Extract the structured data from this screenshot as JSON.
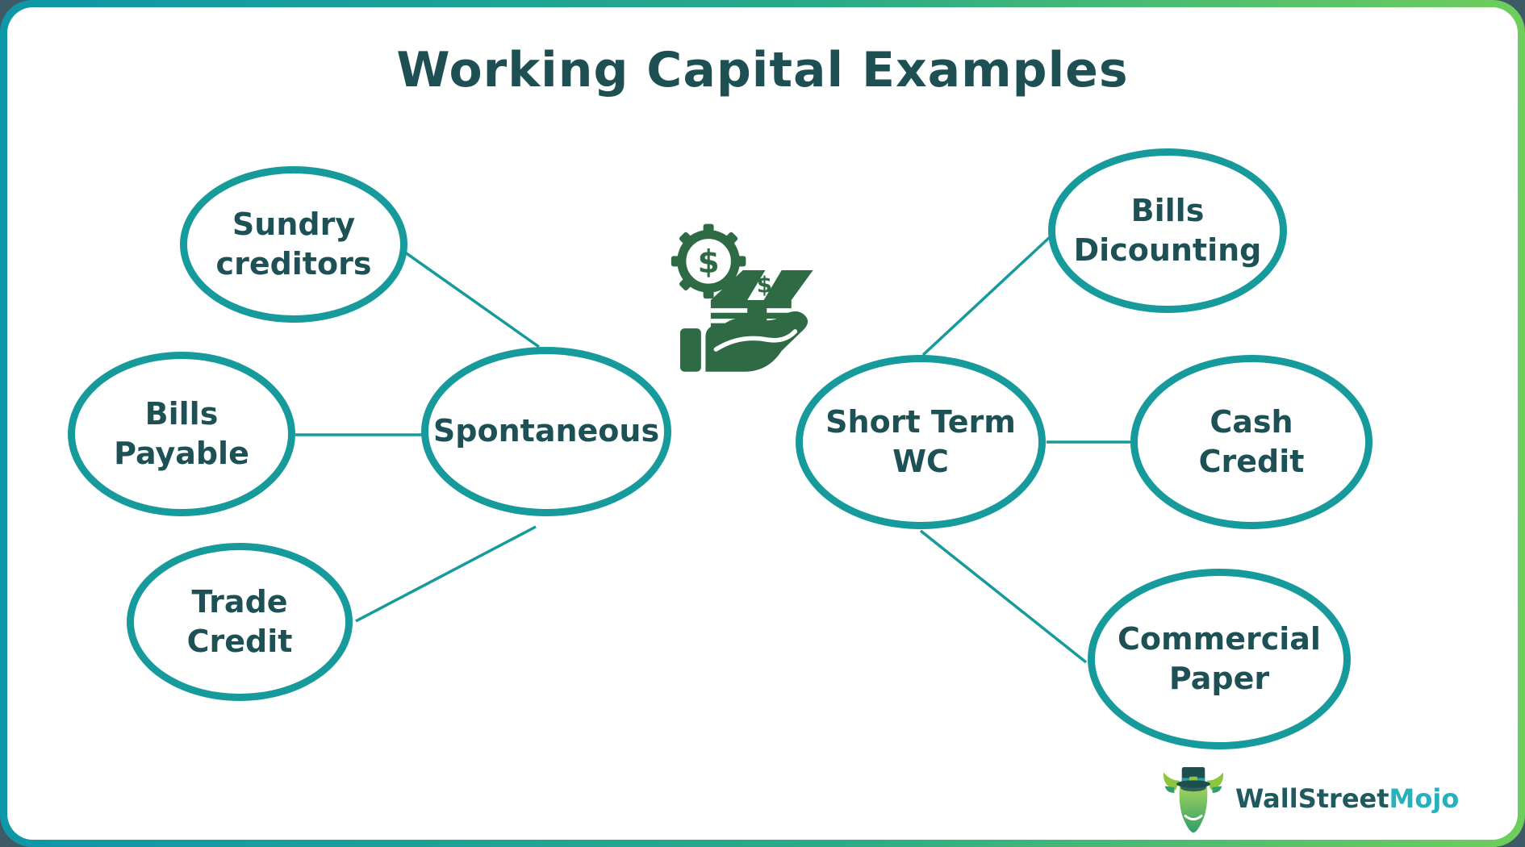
{
  "title": "Working Capital Examples",
  "nodes": {
    "sundry_creditors": {
      "label": "Sundry\ncreditors"
    },
    "bills_payable": {
      "label": "Bills\nPayable"
    },
    "trade_credit": {
      "label": "Trade\nCredit"
    },
    "spontaneous": {
      "label": "Spontaneous"
    },
    "short_term_wc": {
      "label": "Short Term\nWC"
    },
    "bills_discounting": {
      "label": "Bills\nDicounting"
    },
    "cash_credit": {
      "label": "Cash\nCredit"
    },
    "commercial_paper": {
      "label": "Commercial\nPaper"
    }
  },
  "edges": [
    {
      "from": "Sundry creditors",
      "to": "Spontaneous"
    },
    {
      "from": "Bills Payable",
      "to": "Spontaneous"
    },
    {
      "from": "Trade Credit",
      "to": "Spontaneous"
    },
    {
      "from": "Short Term WC",
      "to": "Bills Dicounting"
    },
    {
      "from": "Short Term WC",
      "to": "Cash Credit"
    },
    {
      "from": "Short Term WC",
      "to": "Commercial Paper"
    }
  ],
  "branding": {
    "part1": "WallStreet",
    "part2": "Mojo",
    "icon": "bull-mascot-with-top-hat"
  },
  "center_icon": "hand-holding-money-with-gear-dollar",
  "colors": {
    "card_border_gradient_left": "#0d97a8",
    "card_border_gradient_right": "#6fce5b",
    "outside_background": "#3e5a66",
    "ellipse_stroke": "#179a9b",
    "connector_line": "#179a9b",
    "node_text": "#1d5156",
    "title_text": "#1d4f53",
    "icon_green": "#2e6b44",
    "logo_dark_teal": "#1e5a5e",
    "logo_cyan": "#27b1bc"
  }
}
